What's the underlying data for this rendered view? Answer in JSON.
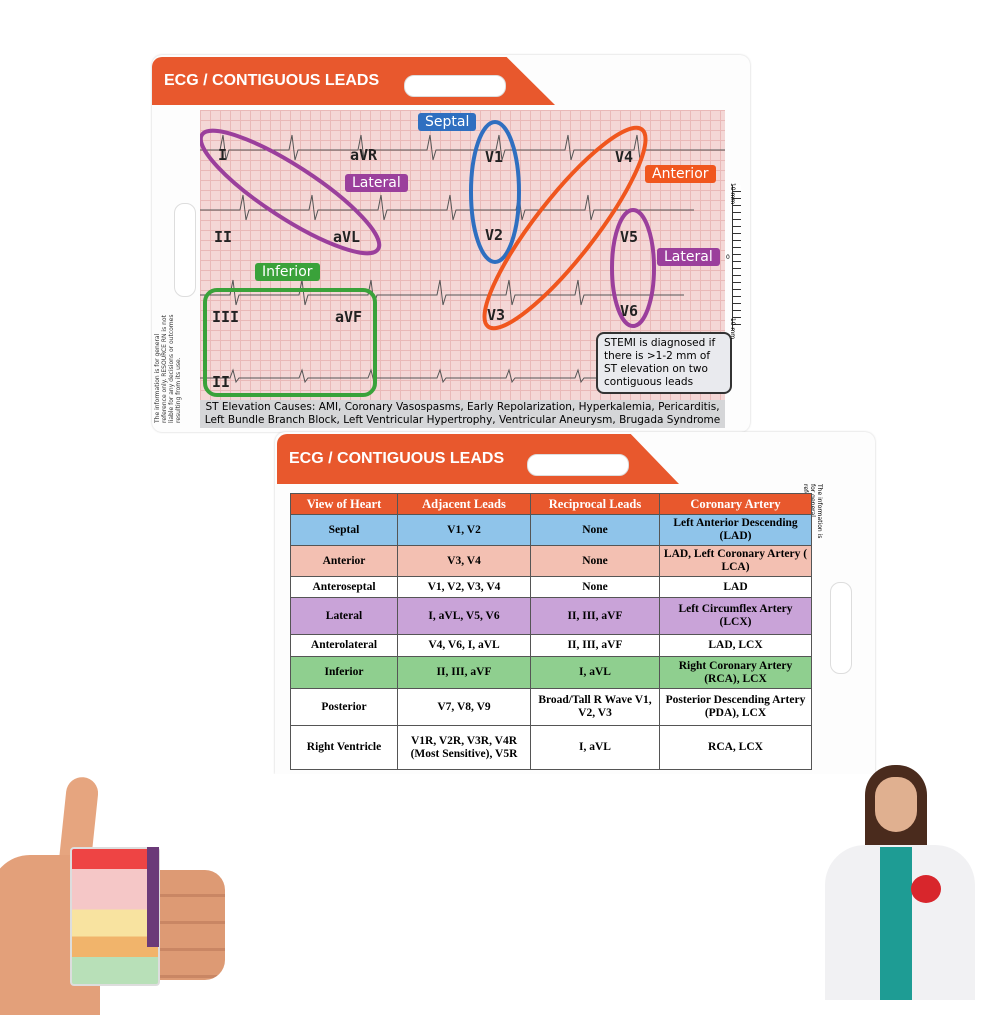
{
  "front_card": {
    "title": "ECG / CONTIGUOUS LEADS",
    "disclaimer": "The information is for general reference only. RESOURCE RN is not liable for any decisions or outcomes resulting from its use.",
    "leads": [
      "I",
      "aVR",
      "V1",
      "V4",
      "II",
      "aVL",
      "V2",
      "V5",
      "III",
      "aVF",
      "V3",
      "V6",
      "II"
    ],
    "tags": {
      "septal": "Septal",
      "lateral1": "Lateral",
      "anterior": "Anterior",
      "lateral2": "Lateral",
      "inferior": "Inferior"
    },
    "ruler": {
      "top": "10 mm",
      "mid": "0",
      "bottom": "10 mm"
    },
    "note": "STEMI is diagnosed if there is >1-2 mm of ST elevation on two contiguous leads",
    "causes_label": "ST Elevation Causes:",
    "causes": "AMI, Coronary Vasospasms, Early Repolarization, Hyperkalemia, Pericarditis, Left Bundle Branch Block, Left Ventricular Hypertrophy, Ventricular Aneurysm, Brugada Syndrome",
    "colors": {
      "header": "#e8582d",
      "septal": "#2f6fc0",
      "lateral": "#9b3f9c",
      "anterior": "#f0561e",
      "inferior": "#3aa23a"
    }
  },
  "back_card": {
    "title": "ECG / CONTIGUOUS LEADS",
    "disclaimer": "The information is for general reference only.",
    "headers": [
      "View of Heart",
      "Adjacent Leads",
      "Reciprocal Leads",
      "Coronary Artery"
    ],
    "rows": [
      {
        "cells": [
          "Septal",
          "V1, V2",
          "None",
          "Left Anterior Descending (LAD)"
        ],
        "color": "#8fc4ea"
      },
      {
        "cells": [
          "Anterior",
          "V3, V4",
          "None",
          "LAD, Left Coronary Artery ( LCA)"
        ],
        "color": "#f3c0b2"
      },
      {
        "cells": [
          "Anteroseptal",
          "V1, V2, V3, V4",
          "None",
          "LAD"
        ],
        "color": "#ffffff"
      },
      {
        "cells": [
          "Lateral",
          "I, aVL, V5, V6",
          "II, III, aVF",
          "Left Circumflex Artery (LCX)"
        ],
        "color": "#c9a3d8"
      },
      {
        "cells": [
          "Anterolateral",
          "V4, V6, I, aVL",
          "II, III, aVF",
          "LAD, LCX"
        ],
        "color": "#ffffff"
      },
      {
        "cells": [
          "Inferior",
          "II, III, aVF",
          "I, aVL",
          "Right Coronary Artery (RCA), LCX"
        ],
        "color": "#8fcf8f"
      },
      {
        "cells": [
          "Posterior",
          "V7, V8, V9",
          "Broad/Tall R Wave V1, V2, V3",
          "Posterior Descending Artery (PDA), LCX"
        ],
        "color": "#ffffff"
      },
      {
        "cells": [
          "Right Ventricle",
          "V1R, V2R, V3R, V4R (Most Sensitive), V5R",
          "I, aVL",
          "RCA, LCX"
        ],
        "color": "#ffffff"
      }
    ]
  }
}
